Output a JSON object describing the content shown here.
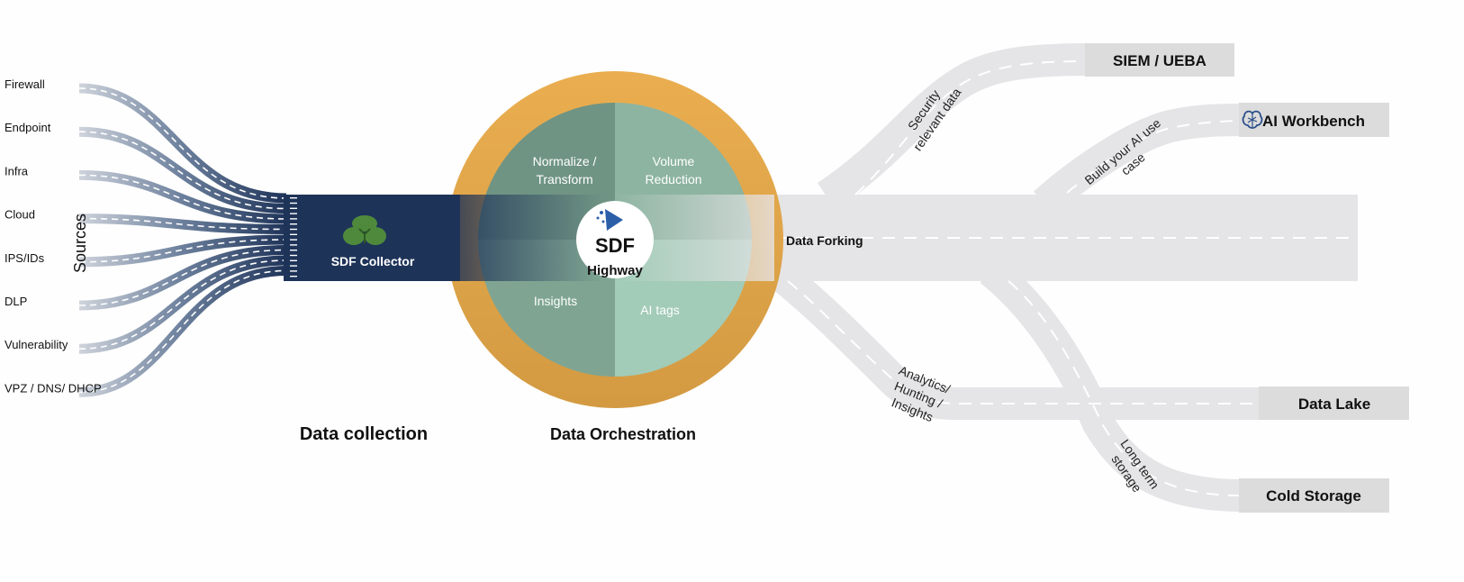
{
  "sources": {
    "axis_label": "Sources",
    "items": [
      "Firewall",
      "Endpoint",
      "Infra",
      "Cloud",
      "IPS/IDs",
      "DLP",
      "Vulnerability",
      "VPZ / DNS/ DHCP"
    ]
  },
  "collector": {
    "label": "SDF Collector",
    "section_label": "Data collection"
  },
  "orchestration": {
    "section_label": "Data Orchestration",
    "quadrants": {
      "top_left": [
        "Normalize /",
        "Transform"
      ],
      "top_right": [
        "Volume",
        "Reduction"
      ],
      "bottom_left": "Insights",
      "bottom_right": "AI tags"
    },
    "center_title": "SDF",
    "center_subtitle": "Highway"
  },
  "forking": {
    "label": "Data Forking",
    "branch_labels": {
      "security": [
        "Security",
        "relevant data"
      ],
      "ai": [
        "Build your AI use",
        "case"
      ],
      "analytics": [
        "Analytics/",
        "Hunting /",
        "Insights"
      ],
      "long_term": [
        "Long term",
        "storage"
      ]
    }
  },
  "destinations": {
    "siem": "SIEM / UEBA",
    "ai_workbench": "AI Workbench",
    "data_lake": "Data Lake",
    "cold_storage": "Cold Storage"
  },
  "colors": {
    "navy": "#1e3358",
    "road_gray": "#e5e4e6",
    "box_gray": "#dcdcdc",
    "ring_orange": "#e4a547",
    "green_dark": "#6f9484",
    "green_light": "#a2cbb8",
    "logo_green": "#4f8a3c",
    "logo_blue": "#2b5fa8"
  }
}
